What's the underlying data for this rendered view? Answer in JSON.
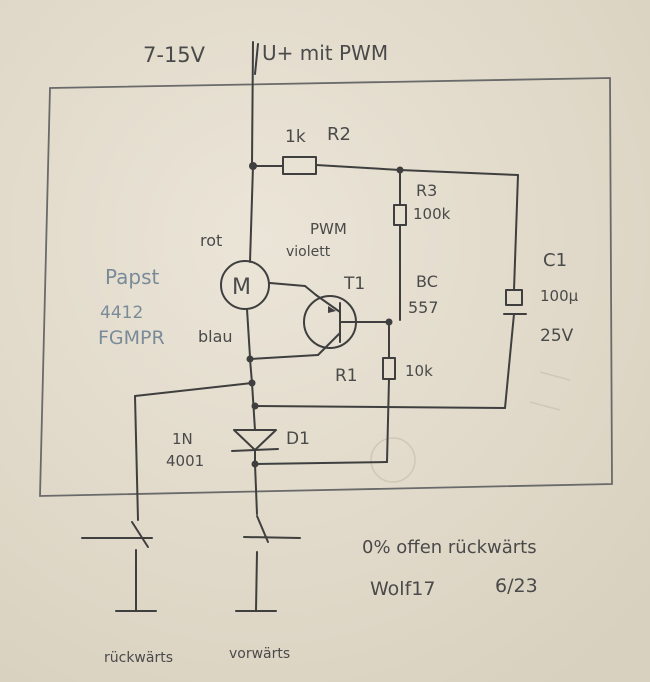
{
  "supply": {
    "voltage": "7-15V",
    "label": "U+ mit PWM"
  },
  "components": {
    "r2": {
      "value": "1k",
      "name": "R2"
    },
    "r3": {
      "name": "R3",
      "value": "100k"
    },
    "r1": {
      "name": "R1",
      "value": "10k"
    },
    "c1": {
      "name": "C1",
      "value": "100µ",
      "voltage": "25V"
    },
    "t1": {
      "name": "T1",
      "type_line1": "BC",
      "type_line2": "557"
    },
    "d1": {
      "name": "D1",
      "type_line1": "1N",
      "type_line2": "4001"
    },
    "motor": {
      "symbol": "M",
      "brand": "Papst",
      "model_line1": "4412",
      "model_line2": "FGMPR"
    }
  },
  "wires": {
    "red": "rot",
    "pwm": "PWM",
    "violet": "violett",
    "blue": "blau"
  },
  "switches": {
    "reverse": "rückwärts",
    "forward": "vorwärts"
  },
  "notes": {
    "line1": "0% offen rückwärts",
    "line2_author": "Wolf17",
    "line2_date": "6/23"
  }
}
